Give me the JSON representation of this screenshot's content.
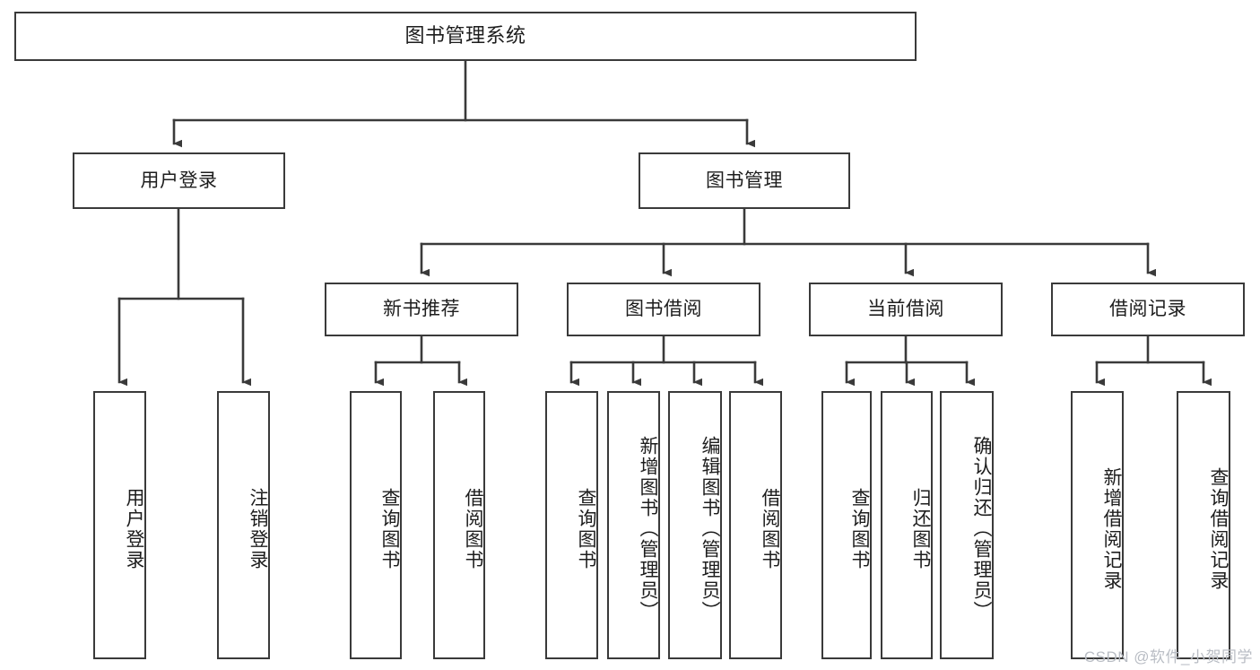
{
  "diagram": {
    "title": "图书管理系统",
    "type": "tree",
    "colors": {
      "box_border": "#3a3a3a",
      "box_fill": "#ffffff",
      "connector": "#3a3a3a",
      "text": "#1d1d1d",
      "watermark": "#b9bdc4"
    },
    "watermark": "CSDN @软件_小贺同学",
    "root": {
      "label": "图书管理系统"
    },
    "level2": [
      {
        "label": "用户登录"
      },
      {
        "label": "图书管理"
      }
    ],
    "level3": [
      {
        "label": "新书推荐"
      },
      {
        "label": "图书借阅"
      },
      {
        "label": "当前借阅"
      },
      {
        "label": "借阅记录"
      }
    ],
    "leaves": {
      "user_login": [
        {
          "label": "用户登录"
        },
        {
          "label": "注销登录"
        }
      ],
      "new_book_recommend": [
        {
          "label": "查询图书"
        },
        {
          "label": "借阅图书"
        }
      ],
      "book_borrow": [
        {
          "label": "查询图书"
        },
        {
          "label": "新增图书（管理员）"
        },
        {
          "label": "编辑图书（管理员）"
        },
        {
          "label": "借阅图书"
        }
      ],
      "current_borrow": [
        {
          "label": "查询图书"
        },
        {
          "label": "归还图书"
        },
        {
          "label": "确认归还（管理员）"
        }
      ],
      "borrow_record": [
        {
          "label": "新增借阅记录"
        },
        {
          "label": "查询借阅记录"
        }
      ]
    }
  }
}
